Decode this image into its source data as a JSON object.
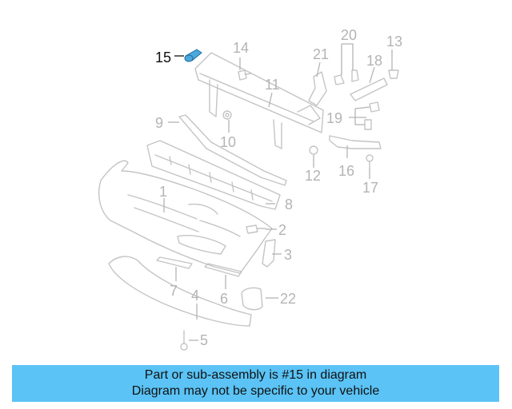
{
  "diagram": {
    "highlight_color": "#4aa8dd",
    "callouts": {
      "c1": "1",
      "c2": "2",
      "c3": "3",
      "c4": "4",
      "c5": "5",
      "c6": "6",
      "c7": "7",
      "c8": "8",
      "c9": "9",
      "c10": "10",
      "c11": "11",
      "c12": "12",
      "c13": "13",
      "c14": "14",
      "c15": "15",
      "c16": "16",
      "c17": "17",
      "c18": "18",
      "c19": "19",
      "c20": "20",
      "c21": "21",
      "c22": "22"
    }
  },
  "banner": {
    "line1": "Part or sub-assembly is #15 in diagram",
    "line2": "Diagram may not be specific to your vehicle",
    "color": "#5bc3f5"
  }
}
